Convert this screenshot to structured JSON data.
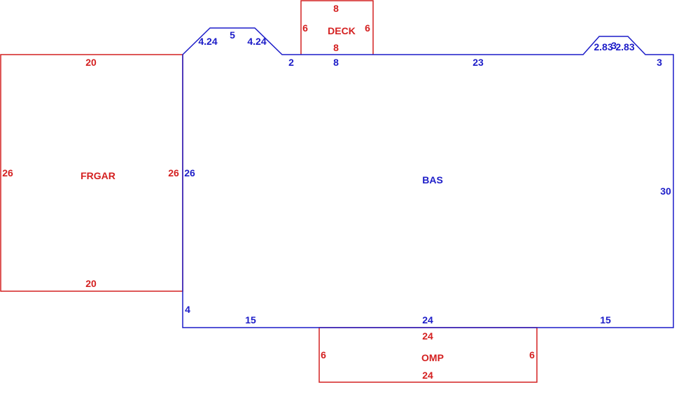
{
  "colors": {
    "bas": "#1c1cc8",
    "other": "#d42020"
  },
  "areas": {
    "bas": {
      "name": "BAS",
      "dims": {
        "left_chamfer_a": "4.24",
        "bay_top": "5",
        "left_chamfer_b": "4.24",
        "step": "2",
        "top": "23",
        "right_chamfer_a": "2.83",
        "right_bay_top": "3",
        "right_chamfer_b": "2.83",
        "top_right": "3",
        "left": "26",
        "right": "30",
        "left_small": "4",
        "bottom_left": "15",
        "bottom_mid": "24",
        "bottom_right": "15",
        "deck_bottom": "8"
      }
    },
    "deck": {
      "name": "DECK",
      "dims": {
        "top": "8",
        "left": "6",
        "right": "6",
        "bottom": "8"
      }
    },
    "frgar": {
      "name": "FRGAR",
      "dims": {
        "top": "20",
        "left": "26",
        "right": "26",
        "bottom": "20"
      }
    },
    "omp": {
      "name": "OMP",
      "dims": {
        "top": "24",
        "left": "6",
        "right": "6",
        "bottom": "24"
      }
    }
  }
}
